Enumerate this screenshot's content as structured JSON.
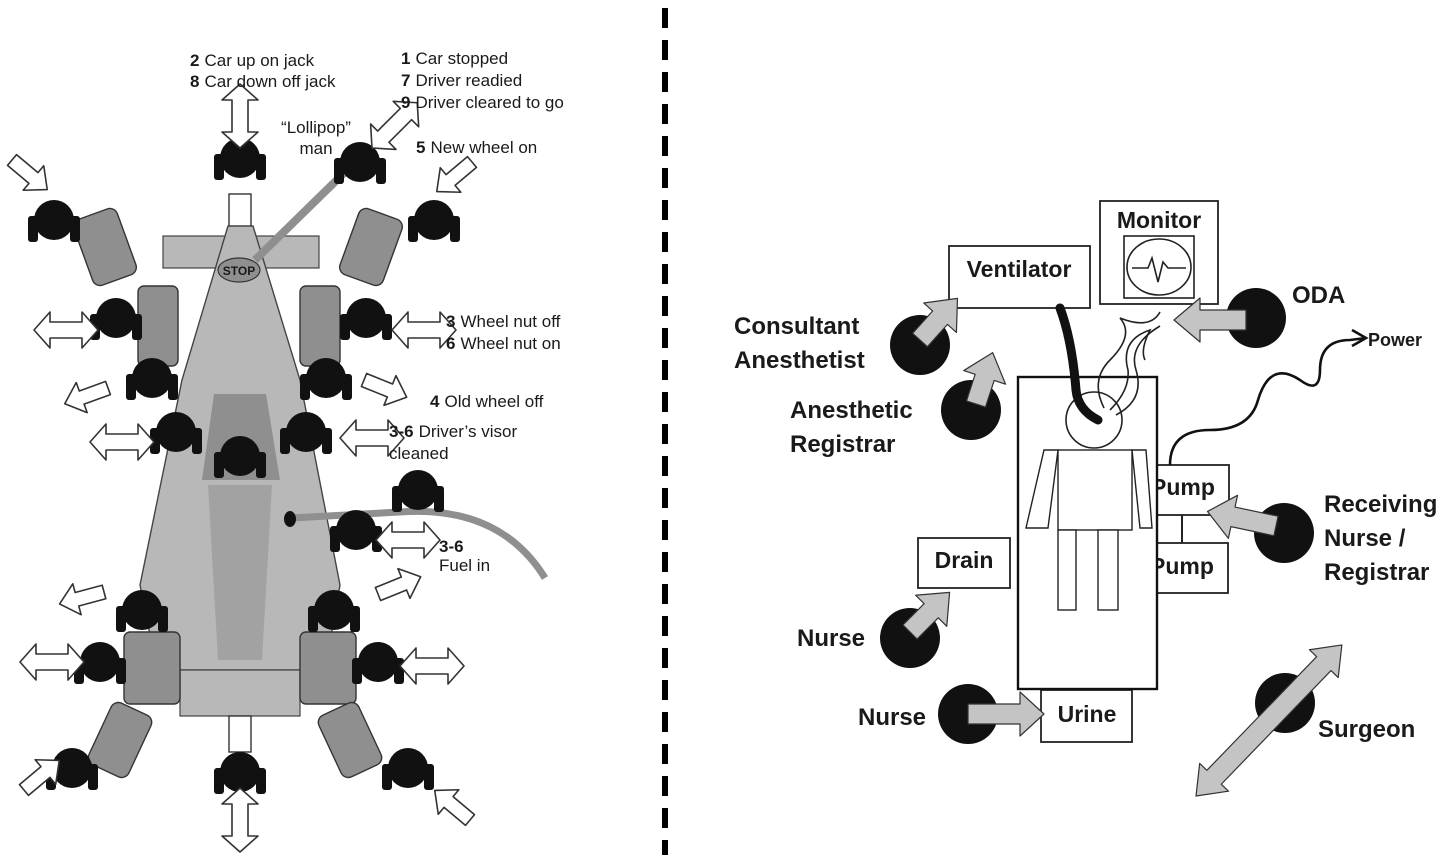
{
  "pit_stop": {
    "labels": {
      "jack": {
        "n1": "2",
        "t1": "Car up on jack",
        "n2": "8",
        "t2": "Car down off jack"
      },
      "lollipop_steps": {
        "n1": "1",
        "t1": "Car stopped",
        "n2": "7",
        "t2": "Driver readied",
        "n3": "9",
        "t3": "Driver cleared to go"
      },
      "lollipop_man": {
        "l1": "“Lollipop”",
        "l2": "man"
      },
      "new_wheel": {
        "n": "5",
        "t": "New wheel on"
      },
      "wheel_nut": {
        "n1": "3",
        "t1": "Wheel nut off",
        "n2": "6",
        "t2": "Wheel nut on"
      },
      "old_wheel": {
        "n": "4",
        "t": "Old wheel off"
      },
      "visor": {
        "n": "3-6",
        "t": "Driver’s visor",
        "t2": "cleaned"
      },
      "fuel": {
        "n": "3-6",
        "t": "Fuel in"
      },
      "stop_sign": "STOP"
    }
  },
  "handover": {
    "equipment": {
      "monitor": "Monitor",
      "ventilator": "Ventilator",
      "pump1": "Pump",
      "pump2": "Pump",
      "drain": "Drain",
      "urine": "Urine",
      "power": "Power"
    },
    "roles": {
      "consultant": {
        "l1": "Consultant",
        "l2": "Anesthetist"
      },
      "registrar": {
        "l1": "Anesthetic",
        "l2": "Registrar"
      },
      "oda": "ODA",
      "receiving": {
        "l1": "Receiving",
        "l2": "Nurse /",
        "l3": "Registrar"
      },
      "nurse_drain": "Nurse",
      "nurse_urine": "Nurse",
      "surgeon": "Surgeon"
    }
  },
  "colors": {
    "person": "#111111",
    "car_light": "#b8b8b8",
    "car_mid": "#8f8f8f",
    "arrow_grey": "#c4c4c4",
    "divider": "#000000"
  }
}
